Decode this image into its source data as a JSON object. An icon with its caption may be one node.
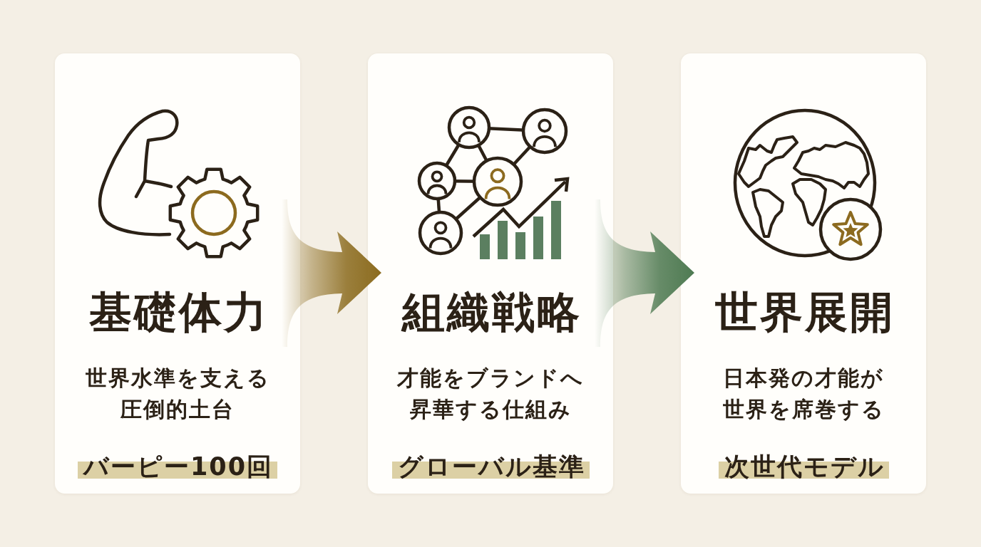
{
  "diagram": {
    "nodes": [
      {
        "text": [
          "基礎体力",
          "世界水準を支える圧倒的土台",
          "バーピー100回"
        ]
      },
      {
        "text": [
          "組織戦略",
          "才能をブランドへ昇華する仕組み",
          "グローバル基準"
        ]
      },
      {
        "text": [
          "世界展開",
          "日本発の才能が世界を席巻する",
          "次世代モデル"
        ]
      }
    ],
    "edges": [
      {
        "from": 0,
        "to": 1,
        "arrow": "to",
        "color": "#8b6b1e"
      },
      {
        "from": 1,
        "to": 2,
        "arrow": "to",
        "color": "#4e7a52"
      }
    ]
  }
}
